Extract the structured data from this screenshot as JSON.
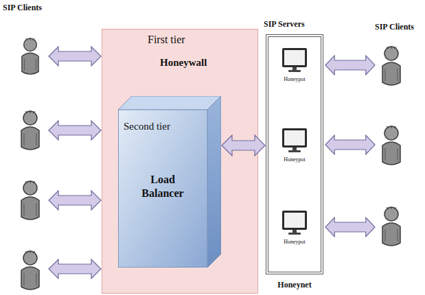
{
  "diagram": {
    "nodes": [
      {
        "text": [
          "First tier",
          "Honeywall"
        ]
      },
      {
        "text": [
          "Second tier",
          "Load Balancer"
        ],
        "in": 0
      },
      {
        "text": [
          "Honeynet"
        ]
      },
      {
        "text": [
          "Honeypot"
        ],
        "in": 2
      },
      {
        "text": [
          "Honeypot"
        ],
        "in": 2
      },
      {
        "text": [
          "Honeypot"
        ],
        "in": 2
      }
    ],
    "edges": [
      {
        "from": 1,
        "to": 2,
        "arrow": "both"
      }
    ],
    "labels": [
      "SIP Clients",
      "SIP Servers",
      "SIP Clients"
    ]
  }
}
